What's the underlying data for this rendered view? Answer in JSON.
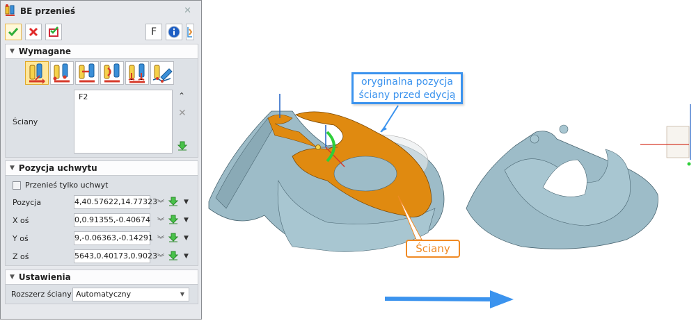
{
  "dialog": {
    "title": "BE przenieś",
    "close_icon": "close-icon",
    "toolbar": {
      "ok": "check-icon",
      "cancel": "x-icon",
      "apply": "apply-icon",
      "f_label": "F",
      "info": "info-icon",
      "more": "expand-icon"
    },
    "sections": {
      "required": {
        "header": "Wymagane",
        "modes": [
          "move-dynamic",
          "move-point-to-point",
          "move-along-direction",
          "rotate-around-axis",
          "align-to-frame",
          "move-to-surface"
        ],
        "faces_label": "Ściany",
        "faces_list": [
          "F2"
        ]
      },
      "handle": {
        "header": "Pozycja uchwytu",
        "move_handle_only_label": "Przenieś tylko uchwyt",
        "move_handle_only_checked": false,
        "rows": [
          {
            "label": "Pozycja",
            "value": "4,40.57622,14.77323"
          },
          {
            "label": "X oś",
            "value": "0,0.91355,-0.40674"
          },
          {
            "label": "Y oś",
            "value": "9,-0.06363,-0.14291"
          },
          {
            "label": "Z oś",
            "value": "5643,0.40173,0.9023"
          }
        ]
      },
      "settings": {
        "header": "Ustawienia",
        "extend_label": "Rozszerz ściany",
        "extend_value": "Automatyczny"
      }
    }
  },
  "viewport": {
    "callout_original": "oryginalna pozycja ściany przed edycją",
    "callout_original_line1": "oryginalna pozycja",
    "callout_original_line2": "ściany przed edycją",
    "callout_faces": "Ściany",
    "colors": {
      "model": "#9dbcc8",
      "selected_face": "#e08a10",
      "callout_blue": "#3b93ee",
      "callout_orange": "#f08a24",
      "arrow": "#3b93ee"
    }
  }
}
